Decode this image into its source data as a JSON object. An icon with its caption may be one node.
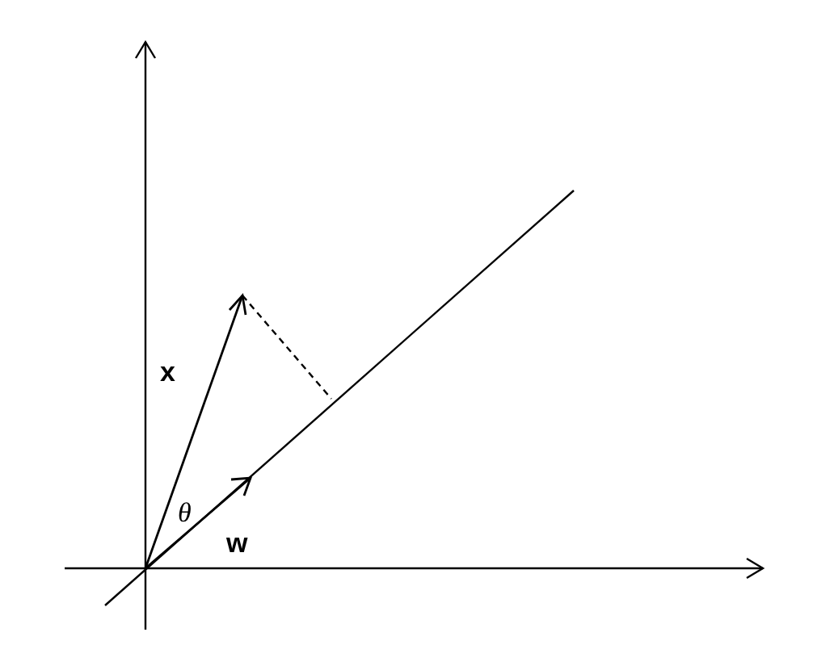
{
  "diagram": {
    "labels": [
      "x",
      "θ",
      "w"
    ]
  }
}
